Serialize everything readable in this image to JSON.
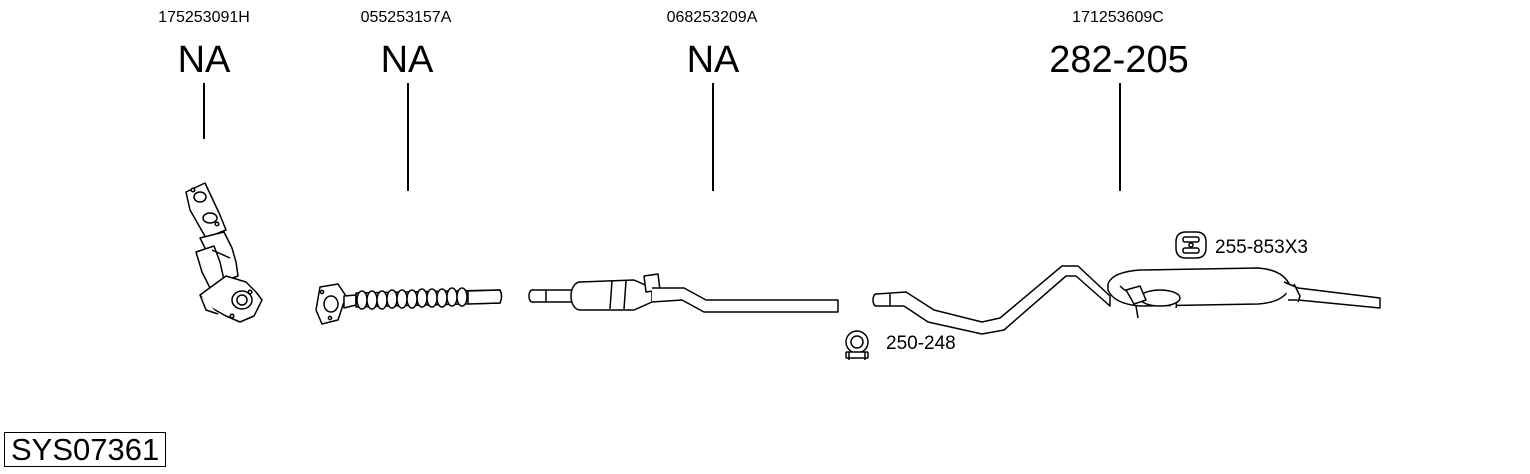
{
  "parts": [
    {
      "oem": "175253091H",
      "ref": "NA"
    },
    {
      "oem": "055253157A",
      "ref": "NA"
    },
    {
      "oem": "068253209A",
      "ref": "NA"
    },
    {
      "oem": "171253609C",
      "ref": "282-205"
    }
  ],
  "accessories": [
    {
      "label": "255-853X3",
      "icon": "rubber-hanger-icon"
    },
    {
      "label": "250-248",
      "icon": "clamp-icon"
    }
  ],
  "system_code": "SYS07361"
}
